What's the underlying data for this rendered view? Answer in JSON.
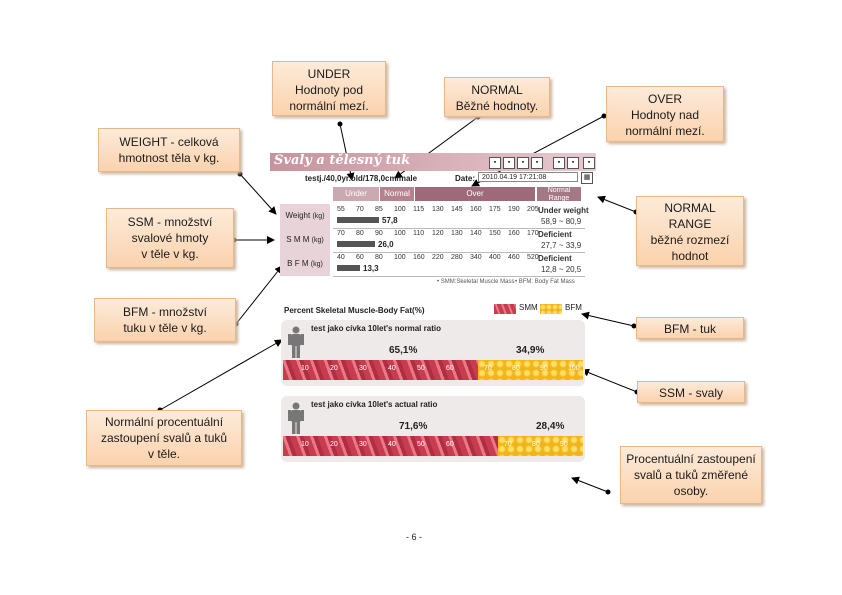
{
  "callouts": {
    "under": [
      "UNDER",
      "Hodnoty pod",
      "normální mezí."
    ],
    "normal": [
      "NORMAL",
      "Běžné hodnoty."
    ],
    "over": [
      "OVER",
      "Hodnoty nad",
      "normální mezí."
    ],
    "weight": [
      "WEIGHT - celková",
      "hmotnost těla v kg."
    ],
    "ssm": [
      "SSM - množství",
      "svalové hmoty",
      "v těle v kg."
    ],
    "bfm": [
      "BFM - množství",
      "tuku v těle v kg."
    ],
    "normal_range": [
      "NORMAL",
      "RANGE",
      "běžné rozmezí",
      "hodnot"
    ],
    "bfm_fat": [
      "BFM - tuk"
    ],
    "ssm_muscle": [
      "SSM - svaly"
    ],
    "normal_pct": [
      "Normální procentuální",
      "zastoupení svalů a tuků",
      "v těle."
    ],
    "measured_pct": [
      "Procentuální zastoupení",
      "svalů a tuků změřené",
      "osoby."
    ]
  },
  "panel": {
    "title": "Svaly a tělesný tuk",
    "info": "testj./40,0yr.old/178,0cm/male",
    "date_label": "Date:",
    "date_value": "2010.04.19 17:21:08",
    "zones": {
      "under": "Under",
      "normal": "Normal",
      "over": "Over",
      "range": "Normal Range"
    },
    "rows": [
      {
        "label": "Weight",
        "unit": "(kg)",
        "ticks": [
          "55",
          "70",
          "85",
          "100",
          "115",
          "130",
          "145",
          "160",
          "175",
          "190",
          "205"
        ],
        "value": "57,8",
        "fill": 0.22,
        "status": "Under weight",
        "range": "58,9 ~ 80,9"
      },
      {
        "label": "S M M",
        "unit": "(kg)",
        "ticks": [
          "70",
          "80",
          "90",
          "100",
          "110",
          "120",
          "130",
          "140",
          "150",
          "160",
          "170"
        ],
        "value": "26,0",
        "fill": 0.2,
        "status": "Deficient",
        "range": "27,7 ~ 33,9"
      },
      {
        "label": "B F M",
        "unit": "(kg)",
        "ticks": [
          "40",
          "60",
          "80",
          "100",
          "160",
          "220",
          "280",
          "340",
          "400",
          "460",
          "520"
        ],
        "value": "13,3",
        "fill": 0.12,
        "status": "Deficient",
        "range": "12,8 ~ 20,5"
      }
    ],
    "footnotes": [
      "• SMM:Skeletal Muscle Mass",
      "• BFM: Body Fat Mass"
    ]
  },
  "pbf": {
    "title": "Percent Skeletal Muscle-Body Fat(%)",
    "legend_smm": "SMM",
    "legend_bfm": "BFM",
    "smm_color": "#c83c50",
    "bfm_color": "#f0b51a",
    "panels": [
      {
        "label": "test jako cívka 10let's normal ratio",
        "smm_pct": "65,1%",
        "bfm_pct": "34,9%",
        "smm_frac": 0.651
      },
      {
        "label": "test jako cívka 10let's actual ratio",
        "smm_pct": "71,6%",
        "bfm_pct": "28,4%",
        "smm_frac": 0.716
      }
    ],
    "smm_ticks": [
      "10",
      "20",
      "30",
      "40",
      "50",
      "60"
    ],
    "bfm_ticks": [
      "70",
      "80",
      "90",
      "100"
    ]
  },
  "page_number": "- 6 -"
}
